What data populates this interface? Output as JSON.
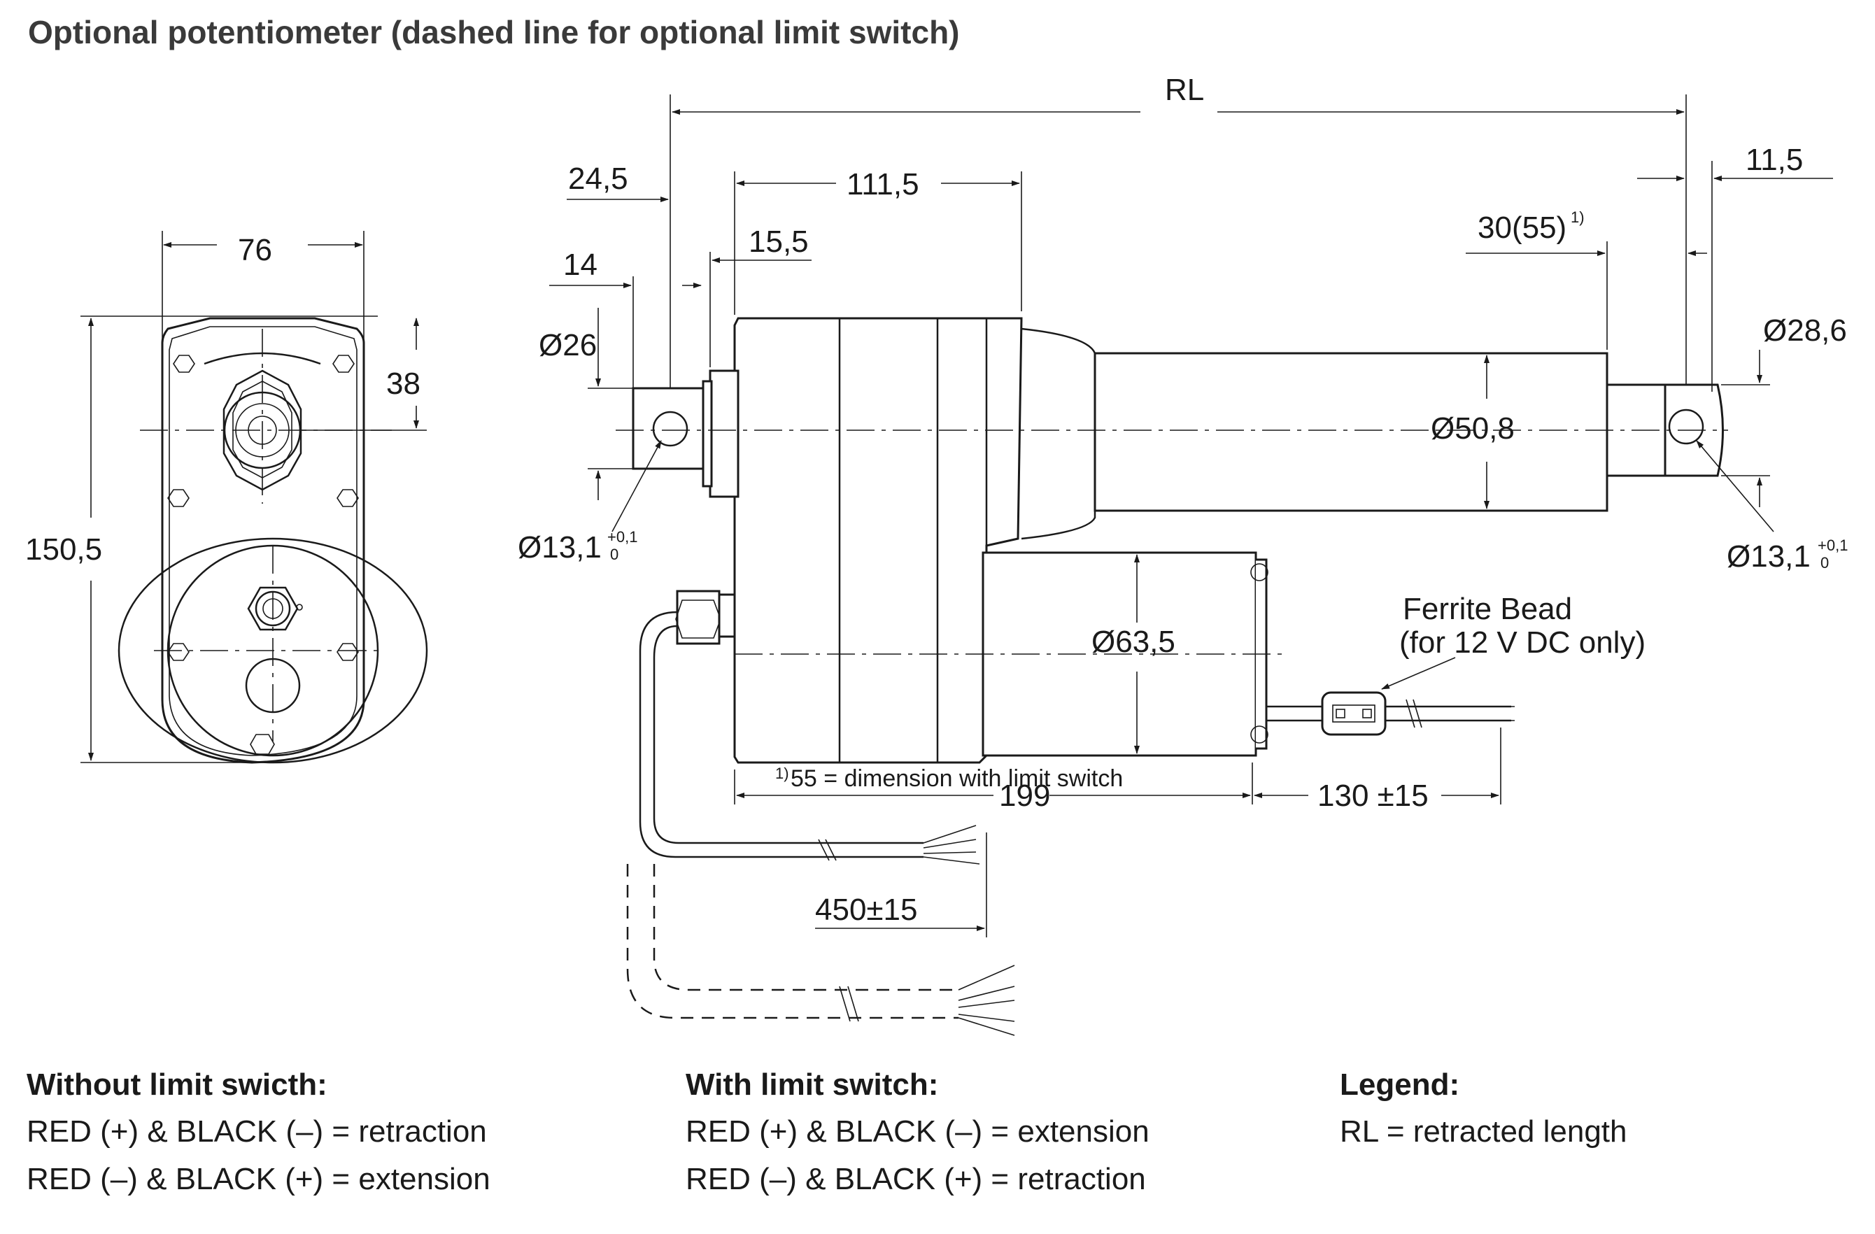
{
  "title": "Optional potentiometer (dashed line for optional limit switch)",
  "dimensions": {
    "width_76": "76",
    "dim_38": "38",
    "height_150_5": "150,5",
    "rl": "RL",
    "d24_5": "24,5",
    "d111_5": "111,5",
    "d15_5": "15,5",
    "d14": "14",
    "dia26": "Ø26",
    "dia13_1_left": "Ø13,1",
    "dia13_1_right": "Ø13,1",
    "tol_upper": "+0,1",
    "tol_lower": "0",
    "d11_5": "11,5",
    "d30_55": "30(55)",
    "d30_55_sup": "1)",
    "dia28_6": "Ø28,6",
    "dia50_8": "Ø50,8",
    "dia63_5": "Ø63,5",
    "d199": "199",
    "d130": "130 ±15",
    "d450": "450±15"
  },
  "ferrite": {
    "line1": "Ferrite Bead",
    "line2": "(for 12 V DC only)"
  },
  "footnote": {
    "mark": "1)",
    "text": "55 = dimension with limit switch"
  },
  "legend_blocks": {
    "without": {
      "heading": "Without limit swicth:",
      "line1": "RED (+) & BLACK (–) = retraction",
      "line2": "RED (–) & BLACK (+) = extension"
    },
    "with": {
      "heading": "With limit switch:",
      "line1": "RED (+) & BLACK (–) = extension",
      "line2": "RED (–) & BLACK (+) = retraction"
    },
    "legend": {
      "heading": "Legend:",
      "line1": "RL = retracted length"
    }
  }
}
